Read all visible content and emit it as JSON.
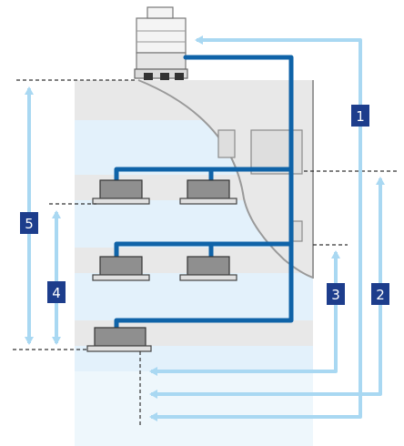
{
  "colors": {
    "pipe": "#0f63a8",
    "arrow": "#a9d8f2",
    "badge": "#1d3d8c",
    "floor": "#e8e8e8",
    "building": "#e3f1fb",
    "outline": "#9a9a9a"
  },
  "markers": [
    {
      "name": "marker-1",
      "label": "1"
    },
    {
      "name": "marker-2",
      "label": "2"
    },
    {
      "name": "marker-3",
      "label": "3"
    },
    {
      "name": "marker-4",
      "label": "4"
    },
    {
      "name": "marker-5",
      "label": "5"
    }
  ],
  "components": {
    "outdoor_unit": "outdoor-unit-icon",
    "indoor_unit": "ceiling-cassette-icon"
  }
}
